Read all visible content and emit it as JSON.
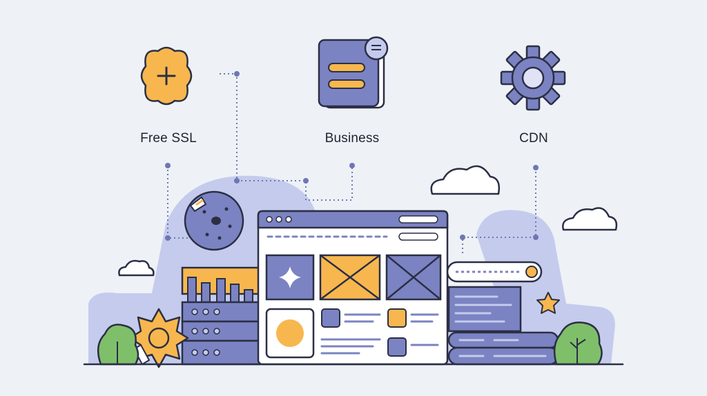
{
  "features": [
    {
      "label": "Free SSL",
      "icon": "puzzle-plus-icon"
    },
    {
      "label": "Business",
      "icon": "document-stack-icon"
    },
    {
      "label": "CDN",
      "icon": "gear-icon"
    }
  ],
  "colors": {
    "background": "#eef1f6",
    "accent_purple": "#7b83c2",
    "light_purple": "#c5cbec",
    "accent_orange": "#f7b74e",
    "outline": "#2b2f45",
    "dots": "#6e77b3",
    "green": "#7fbf6a",
    "white": "#ffffff"
  }
}
